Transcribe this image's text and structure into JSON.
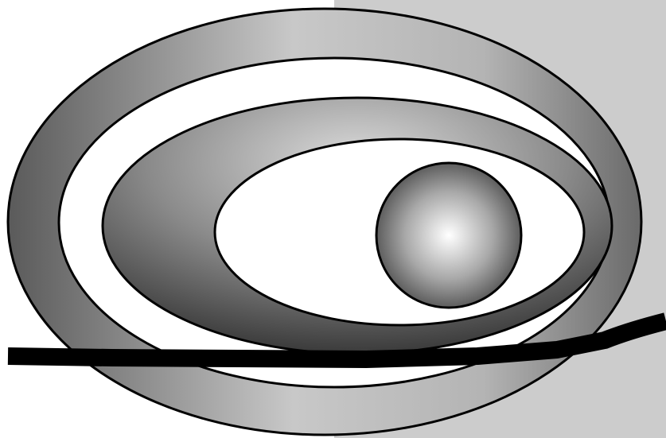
{
  "colors": {
    "background": "#ffffff",
    "backdrop_panel": "#cccccc",
    "outline": "#000000",
    "ring_light": "#c4c4c4",
    "ring_dark": "#5a5a5a",
    "inner_gradient_light": "#dcdcdc",
    "inner_gradient_dark": "#3a3a3a",
    "sphere_highlight": "#ffffff",
    "sphere_shadow": "#4a4a4a",
    "band_fill": "#ffffff",
    "line": "#000000"
  },
  "shapes": {
    "backdrop": "gray-rectangle",
    "outer_ring": "gradient-ellipse",
    "white_band": "white-ellipse",
    "inner_ring": "radial-gradient-ellipse",
    "core": "white-ellipse",
    "sphere": "radial-gradient-circle",
    "line": "thick-black-curve"
  }
}
